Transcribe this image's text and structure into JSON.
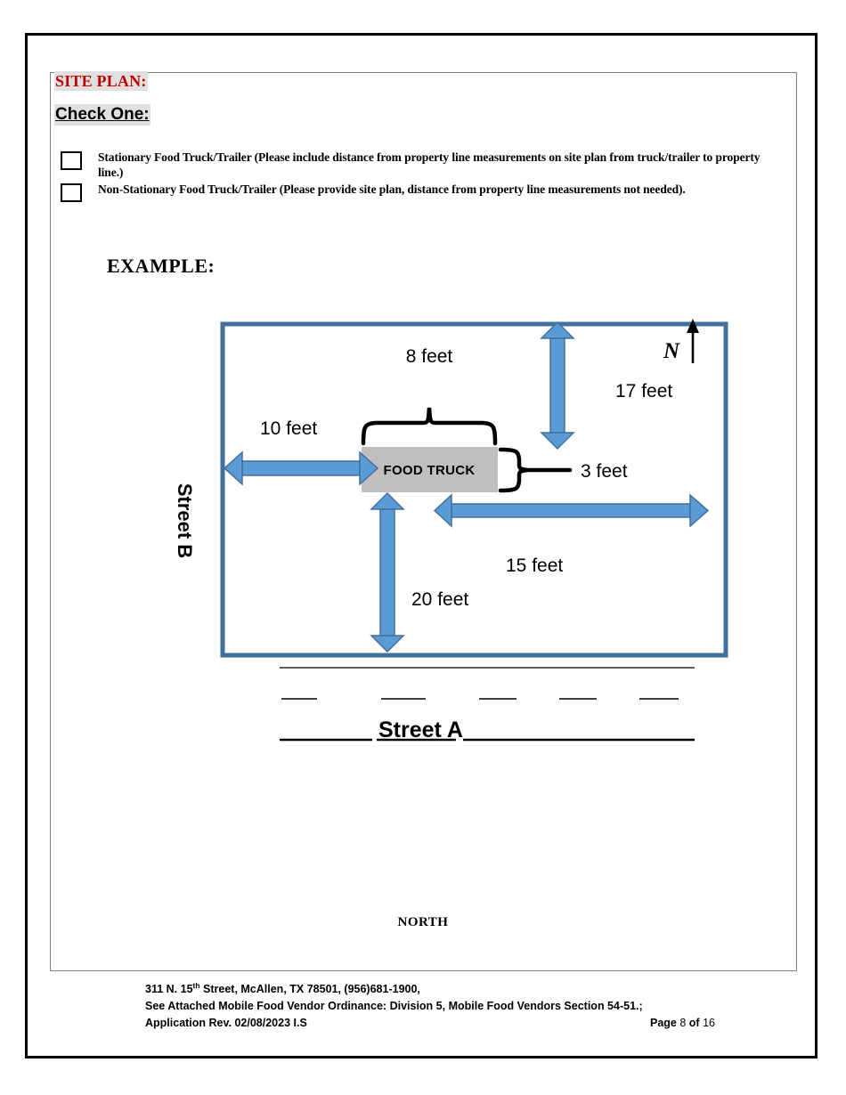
{
  "headings": {
    "site_plan": "SITE PLAN:",
    "check_one": "Check One:",
    "example": "EXAMPLE:",
    "north_word": "NORTH"
  },
  "checkboxes": [
    {
      "name": "stationary",
      "label": "Stationary Food Truck/Trailer (Please include distance from property line measurements on site plan from truck/trailer to property line.)",
      "checked": false
    },
    {
      "name": "non-stationary",
      "label": "Non-Stationary Food Truck/Trailer (Please provide site plan, distance from property line measurements not needed).",
      "checked": false
    }
  ],
  "diagram": {
    "truck_label": "FOOD TRUCK",
    "street_left": "Street B",
    "street_bottom": "Street A",
    "north_letter": "N",
    "dimensions": {
      "truck_width": "8 feet",
      "truck_depth": "3 feet",
      "left_setback": "10 feet",
      "top_setback": "17 feet",
      "right_setback": "15 feet",
      "bottom_setback": "20 feet"
    },
    "colors": {
      "lot_border": "#41709C",
      "arrow_fill": "#5B9BD5",
      "arrow_stroke": "#41709C",
      "truck_fill": "#BFBFBF",
      "brace": "#000000"
    }
  },
  "footer": {
    "address_pre": "311 N. 15",
    "address_sup": "th",
    "address_post": " Street, McAllen, TX 78501, (956)681-1900,",
    "ordinance": "See Attached Mobile Food Vendor Ordinance: Division 5, Mobile Food Vendors Section 54-51.;",
    "revision": "Application Rev. 02/08/2023 I.S",
    "page_label": "Page",
    "page_current": "8",
    "page_of": "of",
    "page_total": "16"
  }
}
